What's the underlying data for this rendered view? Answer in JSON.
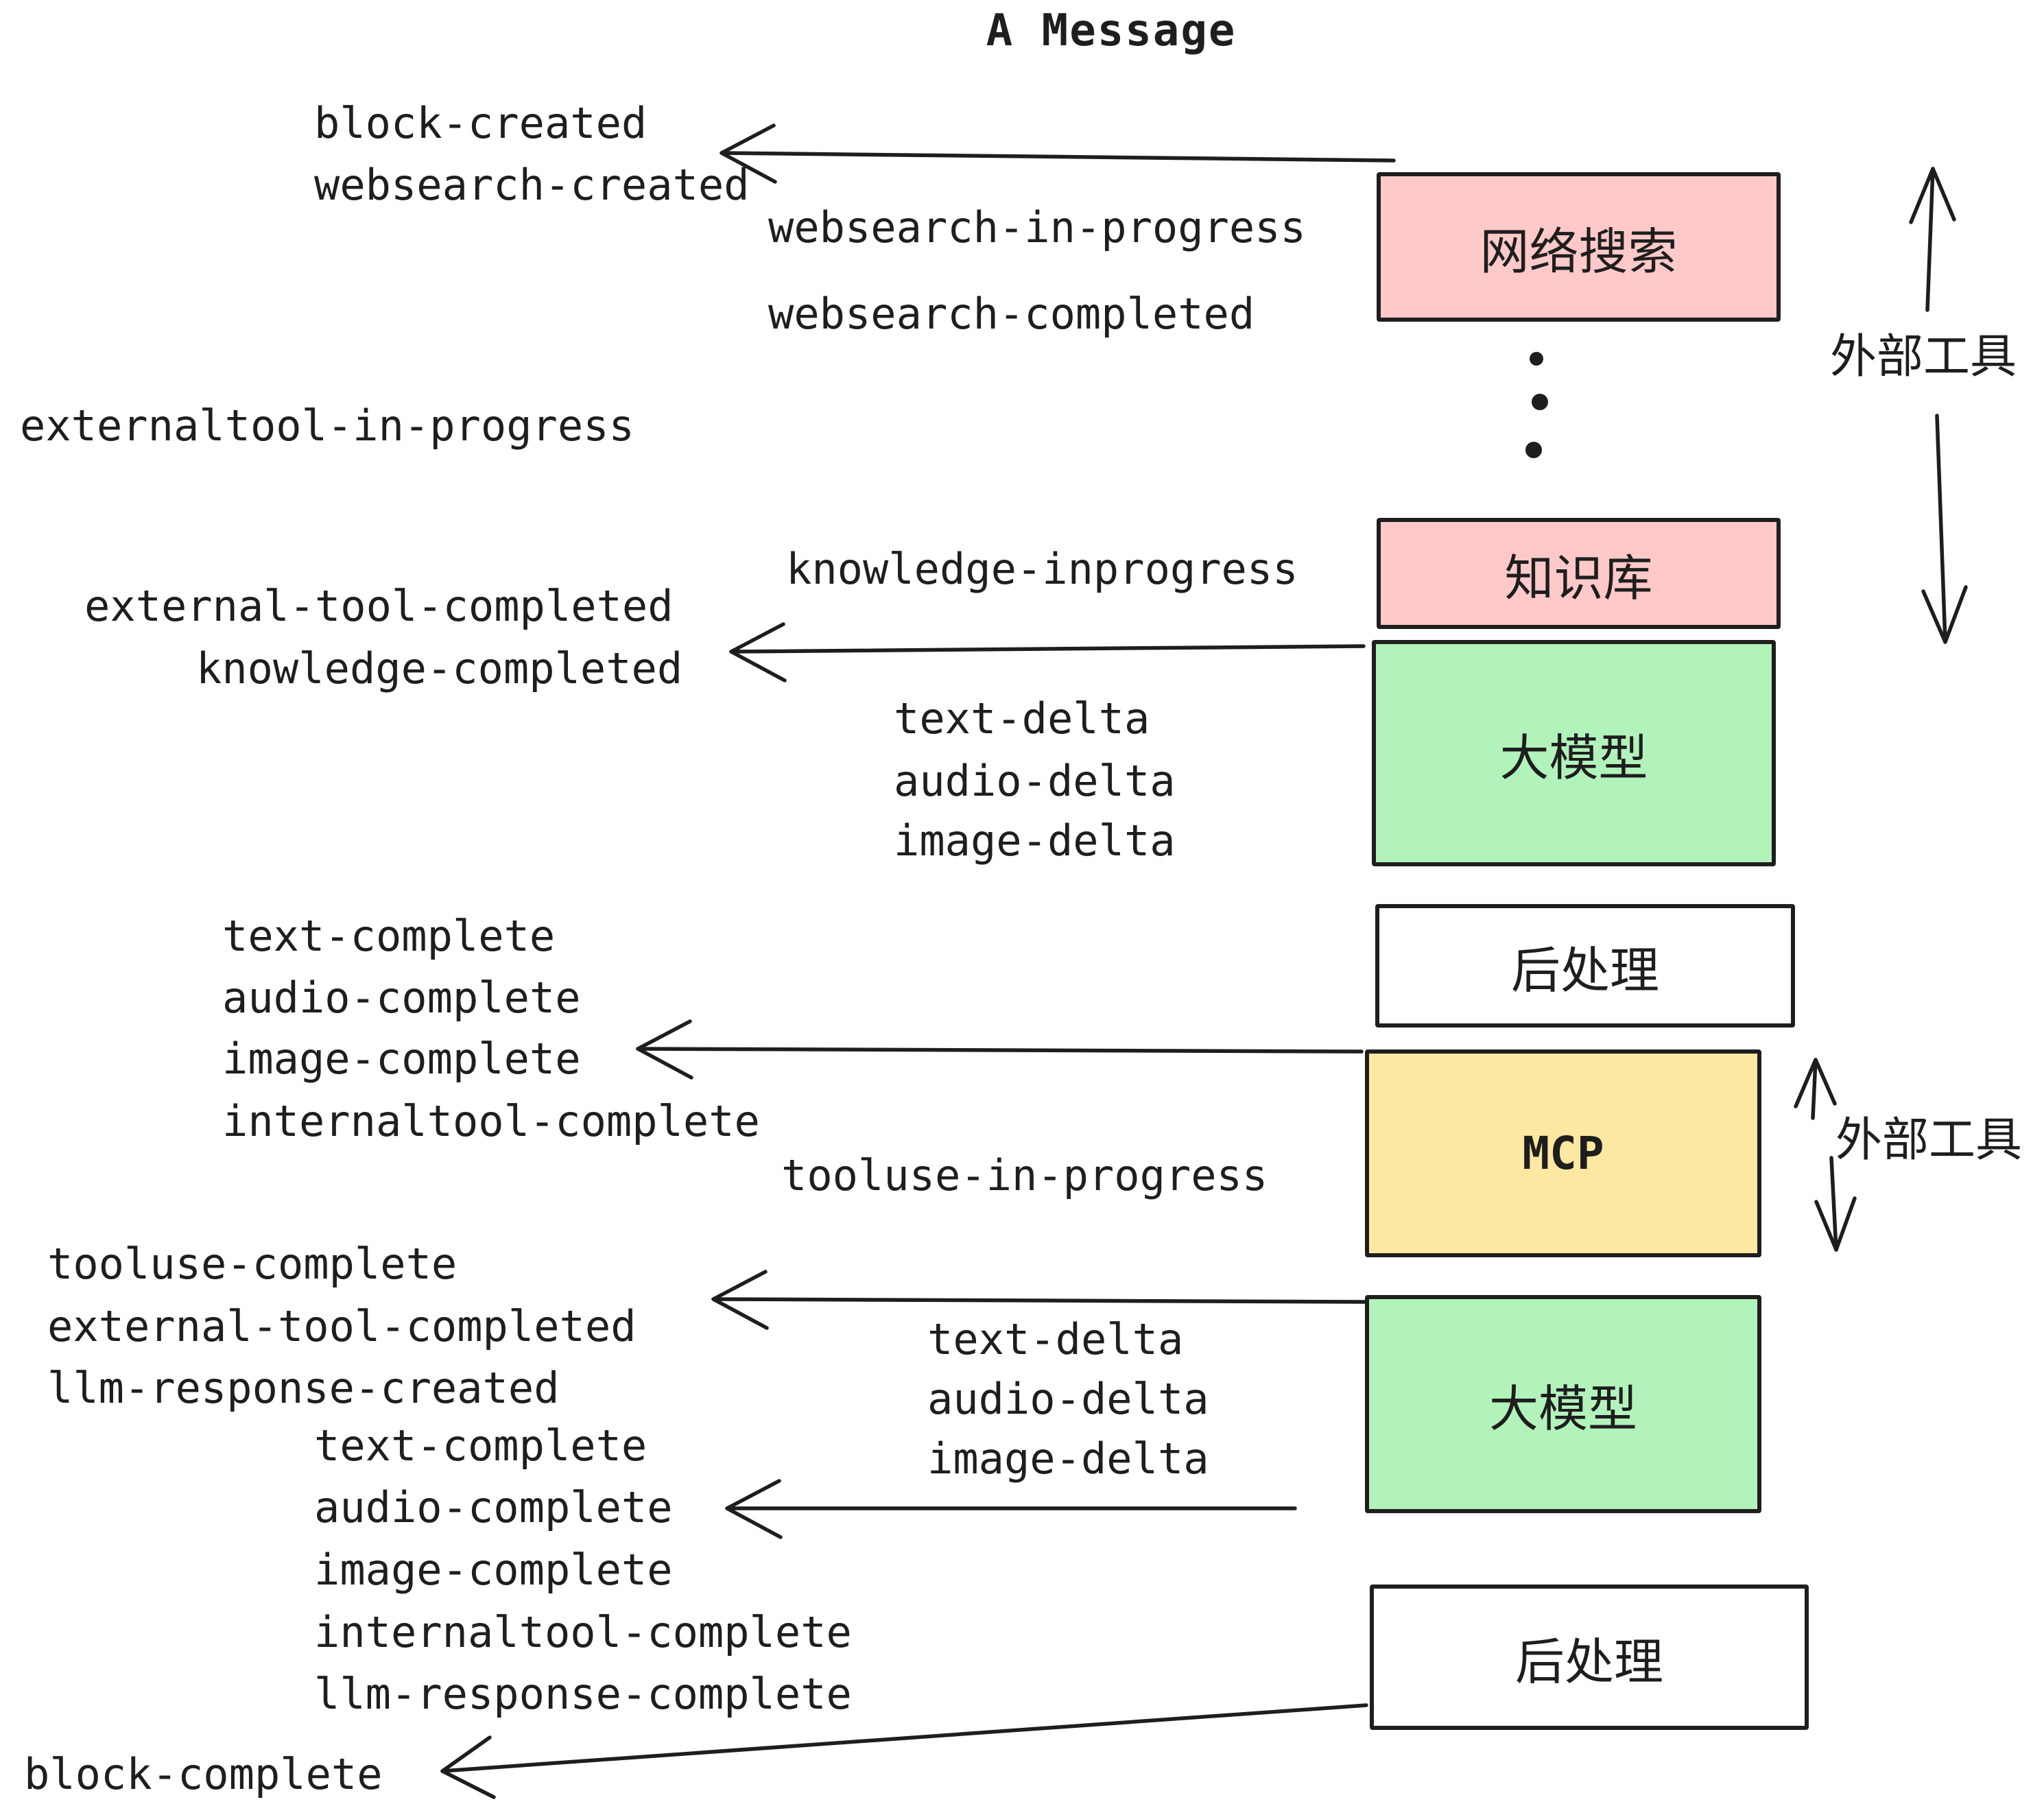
{
  "title": "A Message",
  "colors": {
    "stroke": "#1E1E1E",
    "pink": "#FFC9C9",
    "green": "#B2F2BB",
    "yellow": "#FCE8A0",
    "white": "#FFFFFF",
    "background": "#FFFFFF"
  },
  "boxes": [
    {
      "id": "websearch",
      "label": "网络搜索",
      "fill": "#FFC9C9"
    },
    {
      "id": "knowledge",
      "label": "知识库",
      "fill": "#FFC9C9"
    },
    {
      "id": "llm-1",
      "label": "大模型",
      "fill": "#B2F2BB"
    },
    {
      "id": "post-1",
      "label": "后处理",
      "fill": "#FFFFFF"
    },
    {
      "id": "mcp",
      "label": "MCP",
      "fill": "#FCE8A0"
    },
    {
      "id": "llm-2",
      "label": "大模型",
      "fill": "#B2F2BB"
    },
    {
      "id": "post-2",
      "label": "后处理",
      "fill": "#FFFFFF"
    }
  ],
  "side_labels": [
    {
      "text": "外部工具"
    },
    {
      "text": "外部工具"
    }
  ],
  "ellipsis_dots": 3,
  "events": [
    {
      "text": "block-created"
    },
    {
      "text": "websearch-created"
    },
    {
      "text": "websearch-in-progress"
    },
    {
      "text": "websearch-completed"
    },
    {
      "text": "externaltool-in-progress"
    },
    {
      "text": "knowledge-inprogress"
    },
    {
      "text": "external-tool-completed"
    },
    {
      "text": "knowledge-completed"
    },
    {
      "text": "text-delta"
    },
    {
      "text": "audio-delta"
    },
    {
      "text": "image-delta"
    },
    {
      "text": "text-complete"
    },
    {
      "text": "audio-complete"
    },
    {
      "text": "image-complete"
    },
    {
      "text": "internaltool-complete"
    },
    {
      "text": "tooluse-in-progress"
    },
    {
      "text": "tooluse-complete"
    },
    {
      "text": "external-tool-completed"
    },
    {
      "text": "llm-response-created"
    },
    {
      "text": "text-complete"
    },
    {
      "text": "audio-complete"
    },
    {
      "text": "image-complete"
    },
    {
      "text": "internaltool-complete"
    },
    {
      "text": "llm-response-complete"
    },
    {
      "text": "block-complete"
    }
  ]
}
